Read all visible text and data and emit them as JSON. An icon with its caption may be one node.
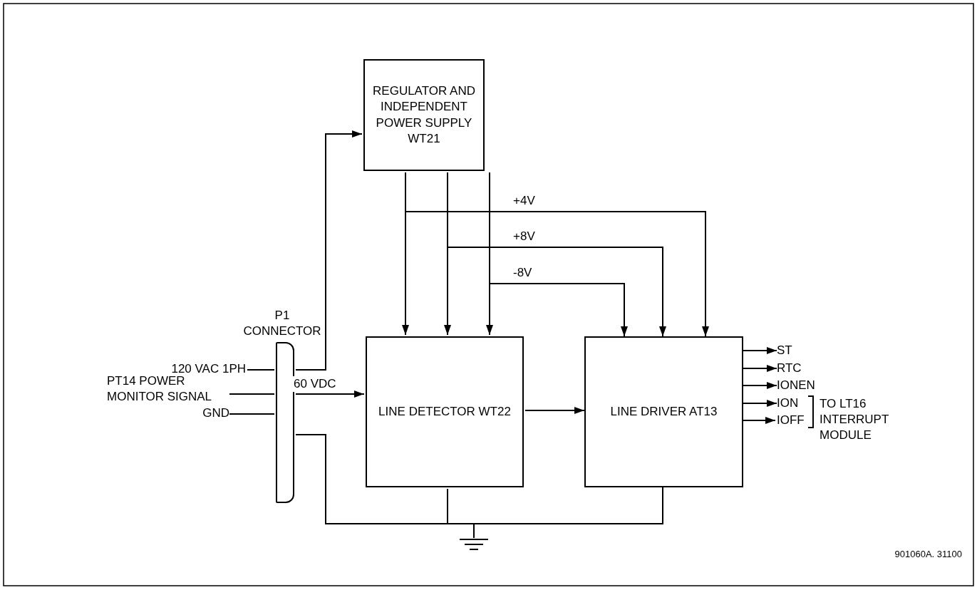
{
  "diagram": {
    "nodes": [
      {
        "text": [
          "P1 CONNECTOR"
        ]
      },
      {
        "text": [
          "REGULATOR AND INDEPENDENT POWER SUPPLY WT21"
        ]
      },
      {
        "text": [
          "LINE DETECTOR WT22"
        ]
      },
      {
        "text": [
          "LINE DRIVER AT13"
        ]
      },
      {
        "text": [
          "120 VAC 1PH"
        ]
      },
      {
        "text": [
          "PT14 POWER MONITOR SIGNAL"
        ]
      },
      {
        "text": [
          "GND"
        ]
      },
      {
        "text": [],
        "shape": "ground"
      },
      {
        "text": [
          "ST"
        ]
      },
      {
        "text": [
          "RTC"
        ]
      },
      {
        "text": [
          "IONEN"
        ]
      },
      {
        "text": [
          "ION"
        ]
      },
      {
        "text": [
          "IOFF"
        ]
      }
    ],
    "edges": [
      {
        "from": 4,
        "to": 0,
        "arrow": "none"
      },
      {
        "from": 5,
        "to": 0,
        "arrow": "none"
      },
      {
        "from": 6,
        "to": 0,
        "arrow": "none"
      },
      {
        "from": 0,
        "to": 1,
        "arrow": "to"
      },
      {
        "from": 0,
        "to": 2,
        "arrow": "to",
        "label": "60 VDC"
      },
      {
        "from": 1,
        "to": 2,
        "arrow": "to"
      },
      {
        "from": 1,
        "to": 2,
        "arrow": "to"
      },
      {
        "from": 1,
        "to": 2,
        "arrow": "to"
      },
      {
        "from": 1,
        "to": 3,
        "arrow": "to",
        "label": "+4V"
      },
      {
        "from": 1,
        "to": 3,
        "arrow": "to",
        "label": "+8V"
      },
      {
        "from": 1,
        "to": 3,
        "arrow": "to",
        "label": "-8V"
      },
      {
        "from": 2,
        "to": 3,
        "arrow": "to"
      },
      {
        "from": 3,
        "to": 8,
        "arrow": "to"
      },
      {
        "from": 3,
        "to": 9,
        "arrow": "to"
      },
      {
        "from": 3,
        "to": 10,
        "arrow": "to"
      },
      {
        "from": 3,
        "to": 11,
        "arrow": "to"
      },
      {
        "from": 3,
        "to": 12,
        "arrow": "to"
      },
      {
        "from": 0,
        "to": 7,
        "arrow": "none"
      },
      {
        "from": 2,
        "to": 7,
        "arrow": "none"
      },
      {
        "from": 3,
        "to": 7,
        "arrow": "none"
      }
    ],
    "labels": [
      "TO LT16 INTERRUPT MODULE",
      "901060A. 31100"
    ]
  }
}
